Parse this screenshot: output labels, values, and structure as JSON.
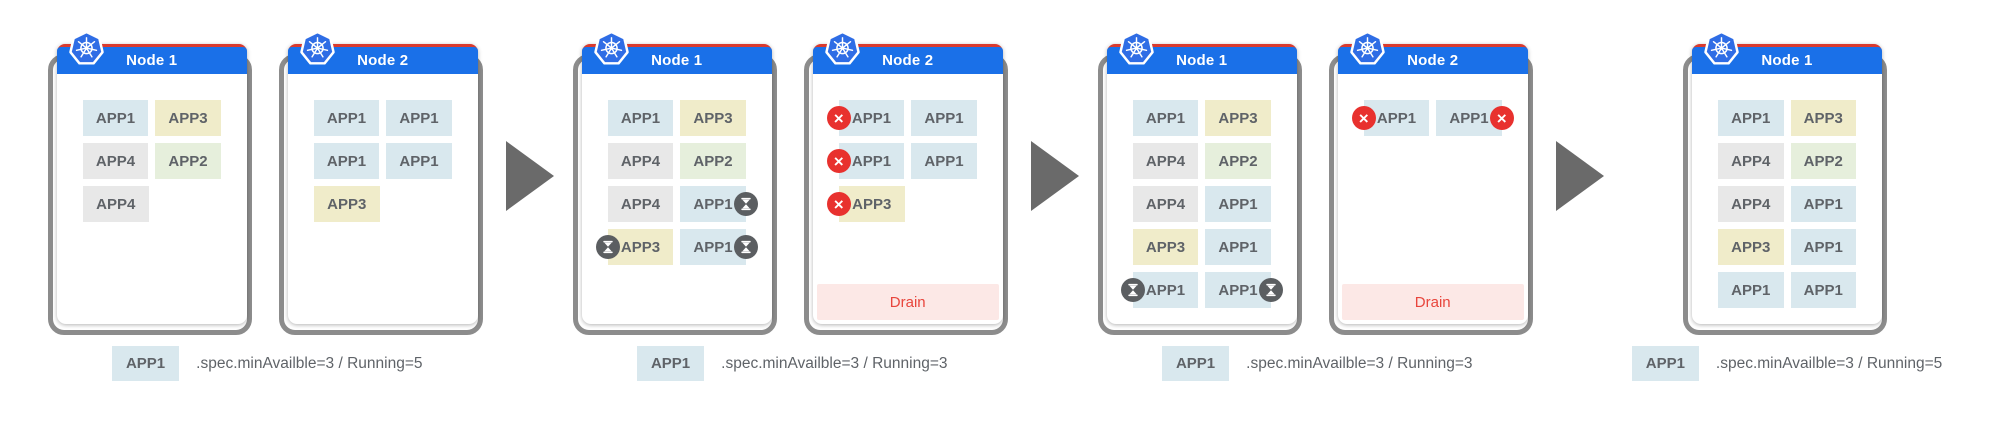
{
  "palette": {
    "header_blue": "#1a70e8",
    "k8s_blue": "#2f6de5",
    "red_top_line": "#d93a2e",
    "app1_bg": "#d9e8ee",
    "app2_bg": "#e6efdc",
    "app3_bg": "#f0ecca",
    "app4_bg": "#e8e8e8",
    "pod_text": "#5f6368",
    "drain_bg": "#fce8e6",
    "drain_text": "#e8453c",
    "evicted_badge": "#e8312e",
    "terminating_badge": "#5b5e61",
    "arrow_gray": "#6a6a6a",
    "bezel_gray": "#8c8c8c",
    "caption_text": "#5f6368"
  },
  "icons": {
    "kubernetes": "k8s-wheel-icon",
    "evicted": "x-icon",
    "evicted_glyph": "×",
    "terminating": "hourglass-icon",
    "arrow": "arrow-right-icon"
  },
  "stages": [
    {
      "caption": {
        "chip_label": "APP1",
        "text": ".spec.minAvailble=3 / Running=5"
      },
      "nodes": [
        {
          "title": "Node 1",
          "drain_label": null,
          "pods": [
            [
              {
                "label": "APP1",
                "type": "app1"
              },
              {
                "label": "APP3",
                "type": "app3"
              }
            ],
            [
              {
                "label": "APP4",
                "type": "app4"
              },
              {
                "label": "APP2",
                "type": "app2"
              }
            ],
            [
              {
                "label": "APP4",
                "type": "app4"
              }
            ]
          ]
        },
        {
          "title": "Node 2",
          "drain_label": null,
          "pods": [
            [
              {
                "label": "APP1",
                "type": "app1"
              },
              {
                "label": "APP1",
                "type": "app1"
              }
            ],
            [
              {
                "label": "APP1",
                "type": "app1"
              },
              {
                "label": "APP1",
                "type": "app1"
              }
            ],
            [
              {
                "label": "APP3",
                "type": "app3"
              }
            ]
          ]
        }
      ]
    },
    {
      "caption": {
        "chip_label": "APP1",
        "text": ".spec.minAvailble=3 / Running=3"
      },
      "nodes": [
        {
          "title": "Node 1",
          "drain_label": null,
          "pods": [
            [
              {
                "label": "APP1",
                "type": "app1"
              },
              {
                "label": "APP3",
                "type": "app3"
              }
            ],
            [
              {
                "label": "APP4",
                "type": "app4"
              },
              {
                "label": "APP2",
                "type": "app2"
              }
            ],
            [
              {
                "label": "APP4",
                "type": "app4"
              },
              {
                "label": "APP1",
                "type": "app1",
                "badge": "terminating",
                "badge_side": "right"
              }
            ],
            [
              {
                "label": "APP3",
                "type": "app3",
                "badge": "terminating",
                "badge_side": "left"
              },
              {
                "label": "APP1",
                "type": "app1",
                "badge": "terminating",
                "badge_side": "right"
              }
            ]
          ]
        },
        {
          "title": "Node 2",
          "drain_label": "Drain",
          "pods": [
            [
              {
                "label": "APP1",
                "type": "app1",
                "badge": "evicted",
                "badge_side": "left"
              },
              {
                "label": "APP1",
                "type": "app1"
              }
            ],
            [
              {
                "label": "APP1",
                "type": "app1",
                "badge": "evicted",
                "badge_side": "left"
              },
              {
                "label": "APP1",
                "type": "app1"
              }
            ],
            [
              {
                "label": "APP3",
                "type": "app3",
                "badge": "evicted",
                "badge_side": "left"
              }
            ]
          ]
        }
      ]
    },
    {
      "caption": {
        "chip_label": "APP1",
        "text": ".spec.minAvailble=3 / Running=3"
      },
      "nodes": [
        {
          "title": "Node 1",
          "drain_label": null,
          "pods": [
            [
              {
                "label": "APP1",
                "type": "app1"
              },
              {
                "label": "APP3",
                "type": "app3"
              }
            ],
            [
              {
                "label": "APP4",
                "type": "app4"
              },
              {
                "label": "APP2",
                "type": "app2"
              }
            ],
            [
              {
                "label": "APP4",
                "type": "app4"
              },
              {
                "label": "APP1",
                "type": "app1"
              }
            ],
            [
              {
                "label": "APP3",
                "type": "app3"
              },
              {
                "label": "APP1",
                "type": "app1"
              }
            ],
            [
              {
                "label": "APP1",
                "type": "app1",
                "badge": "terminating",
                "badge_side": "left"
              },
              {
                "label": "APP1",
                "type": "app1",
                "badge": "terminating",
                "badge_side": "right"
              }
            ]
          ]
        },
        {
          "title": "Node 2",
          "drain_label": "Drain",
          "pods": [
            [
              {
                "label": "APP1",
                "type": "app1",
                "badge": "evicted",
                "badge_side": "left"
              },
              {
                "label": "APP1",
                "type": "app1",
                "badge": "evicted",
                "badge_side": "right"
              }
            ]
          ]
        }
      ]
    },
    {
      "caption": {
        "chip_label": "APP1",
        "text": ".spec.minAvailble=3 / Running=5"
      },
      "nodes": [
        {
          "title": "Node 1",
          "drain_label": null,
          "pods": [
            [
              {
                "label": "APP1",
                "type": "app1"
              },
              {
                "label": "APP3",
                "type": "app3"
              }
            ],
            [
              {
                "label": "APP4",
                "type": "app4"
              },
              {
                "label": "APP2",
                "type": "app2"
              }
            ],
            [
              {
                "label": "APP4",
                "type": "app4"
              },
              {
                "label": "APP1",
                "type": "app1"
              }
            ],
            [
              {
                "label": "APP3",
                "type": "app3"
              },
              {
                "label": "APP1",
                "type": "app1"
              }
            ],
            [
              {
                "label": "APP1",
                "type": "app1"
              },
              {
                "label": "APP1",
                "type": "app1"
              }
            ]
          ]
        }
      ]
    }
  ]
}
